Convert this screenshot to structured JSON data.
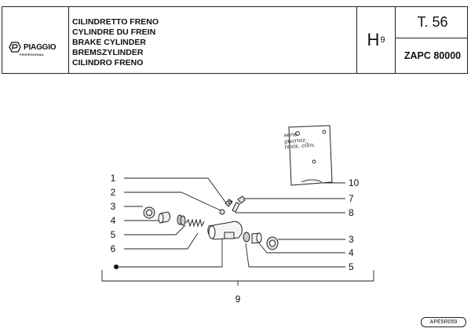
{
  "header": {
    "brand": "PIAGGIO",
    "brand_sub": "PROFESSIONAL",
    "titles": [
      "CILINDRETTO FRENO",
      "CYLINDRE DU FREIN",
      "BRAKE CYLINDER",
      "BREMSZYLINDER",
      "CILINDRO FRENO"
    ],
    "group_letter": "H",
    "group_number": "9",
    "table_no": "T. 56",
    "model": "ZAPC 80000"
  },
  "diagram": {
    "callouts_left": [
      "1",
      "2",
      "3",
      "4",
      "5",
      "6"
    ],
    "callouts_right": [
      "10",
      "7",
      "8",
      "3",
      "4",
      "5"
    ],
    "callout_bottom": "9",
    "note_card_lines": [
      "serie",
      "guarniz.",
      "revis. cilin."
    ]
  },
  "footer": {
    "ref_code": "APE5R059"
  }
}
